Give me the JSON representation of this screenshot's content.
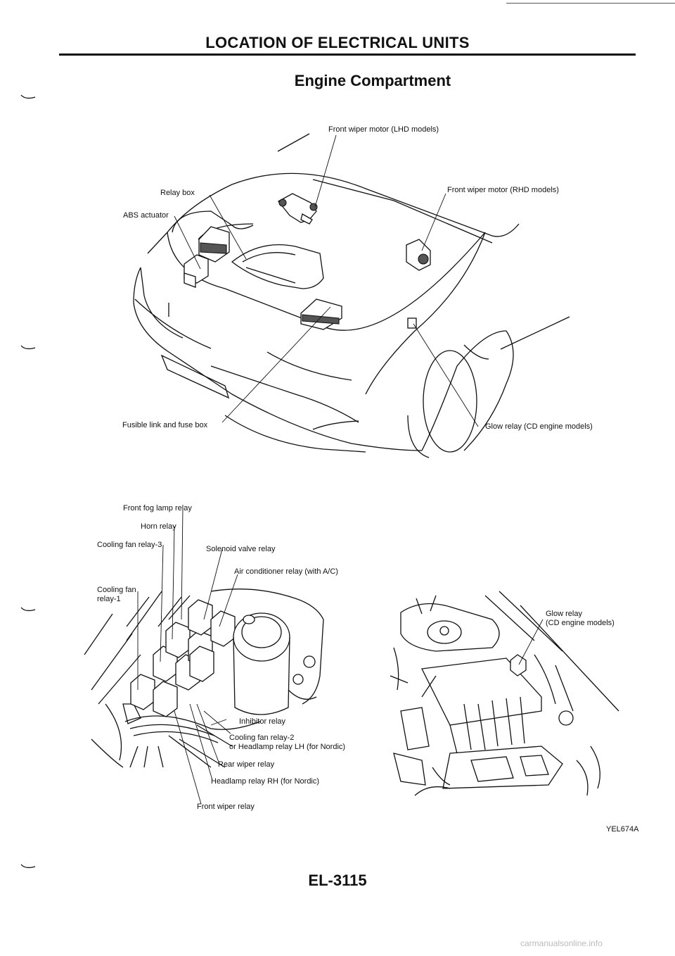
{
  "header": {
    "title": "LOCATION OF ELECTRICAL UNITS"
  },
  "section": {
    "title": "Engine Compartment"
  },
  "labels": {
    "front_wiper_lhd": "Front wiper motor (LHD models)",
    "front_wiper_rhd": "Front wiper motor (RHD models)",
    "relay_box": "Relay box",
    "abs_actuator": "ABS actuator",
    "fusible_link": "Fusible link and fuse box",
    "glow_relay_top": "Glow relay (CD engine models)",
    "front_fog_lamp_relay": "Front fog lamp relay",
    "horn_relay": "Horn relay",
    "cooling_fan_relay_3": "Cooling fan relay-3",
    "solenoid_valve_relay": "Solenoid valve relay",
    "air_conditioner_relay": "Air conditioner relay (with A/C)",
    "cooling_fan_relay_1_a": "Cooling fan",
    "cooling_fan_relay_1_b": "relay-1",
    "glow_relay_b_a": "Glow relay",
    "glow_relay_b_b": "(CD engine models)",
    "inhibitor_relay": "Inhibitor relay",
    "cooling_fan_relay_2_a": "Cooling fan relay-2",
    "cooling_fan_relay_2_b": "or Headlamp relay LH (for Nordic)",
    "rear_wiper_relay": "Rear wiper relay",
    "headlamp_relay_rh": "Headlamp relay RH (for Nordic)",
    "front_wiper_relay": "Front wiper relay"
  },
  "figure_code": "YEL674A",
  "page_number": "EL-3115",
  "footer": {
    "watermark": "carmanualsonline.info"
  }
}
